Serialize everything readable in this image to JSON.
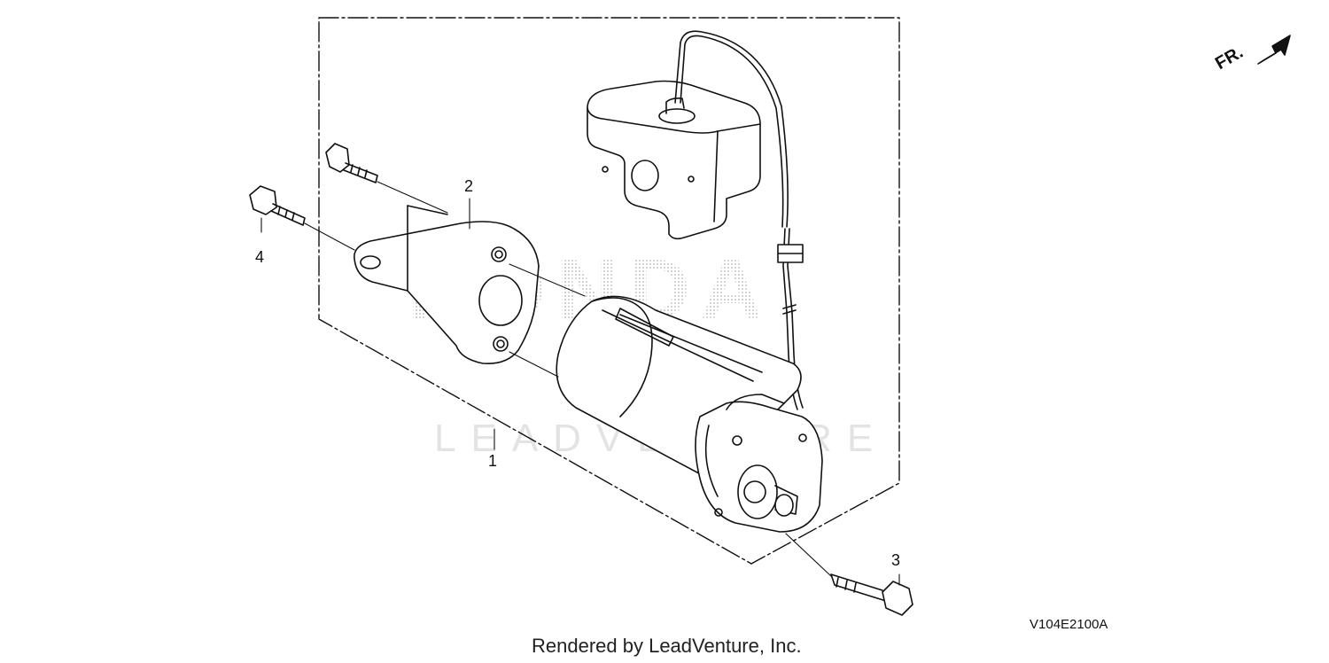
{
  "callouts": {
    "starter_motor": "1",
    "bracket": "2",
    "bolt_long": "3",
    "bolt_bracket": "4"
  },
  "direction_label": "FR.",
  "diagram_code": "V104E2100A",
  "credit": "Rendered by LeadVenture, Inc.",
  "watermark": {
    "brand": "HONDA",
    "company": "LEADVENTURE"
  },
  "colors": {
    "line": "#111111",
    "watermark_dots": "#cfcfcf",
    "watermark_text": "#e3e3e3"
  }
}
